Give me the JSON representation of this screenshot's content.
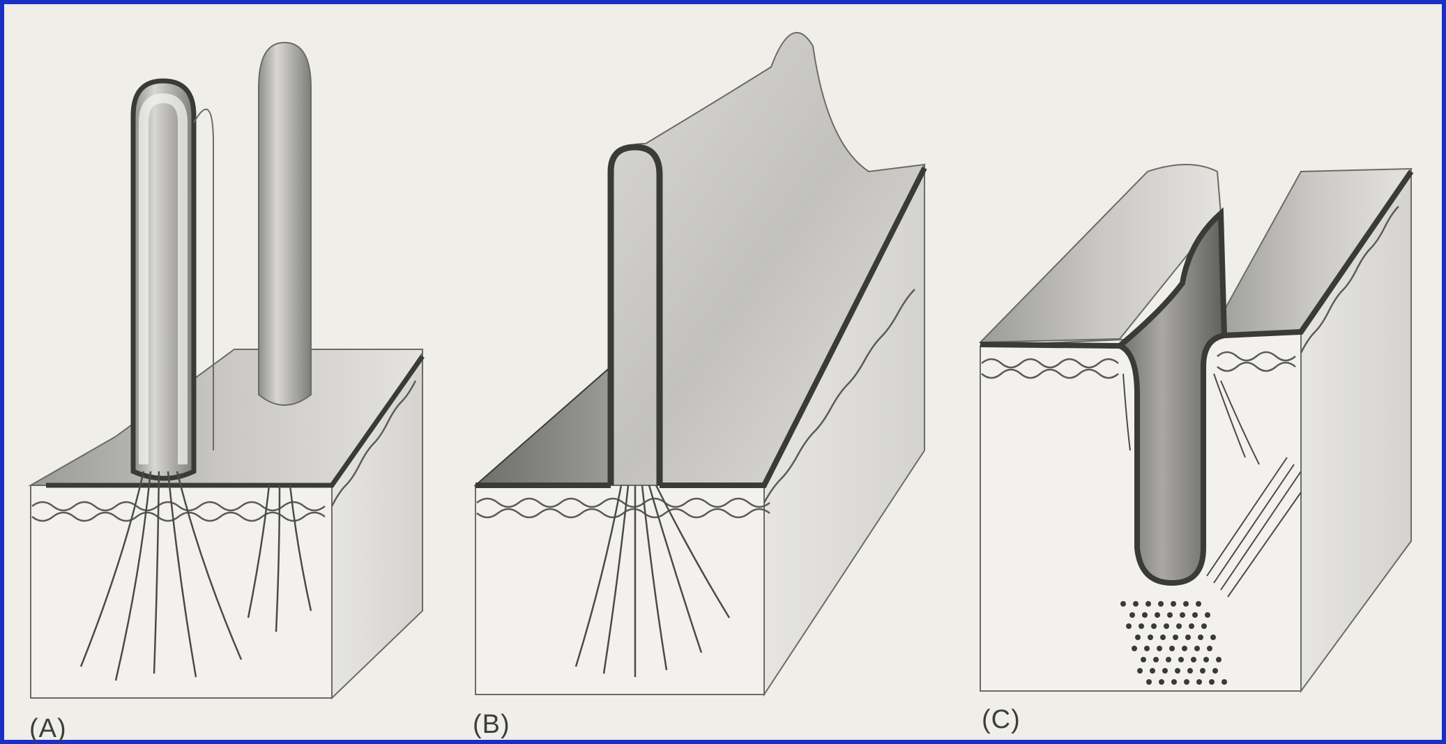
{
  "figure": {
    "background_color": "#1a2fc4",
    "paper_color": "#efeee9",
    "panels": [
      {
        "id": "A",
        "label": "(A)"
      },
      {
        "id": "B",
        "label": "(B)"
      },
      {
        "id": "C",
        "label": "(C)"
      }
    ]
  }
}
